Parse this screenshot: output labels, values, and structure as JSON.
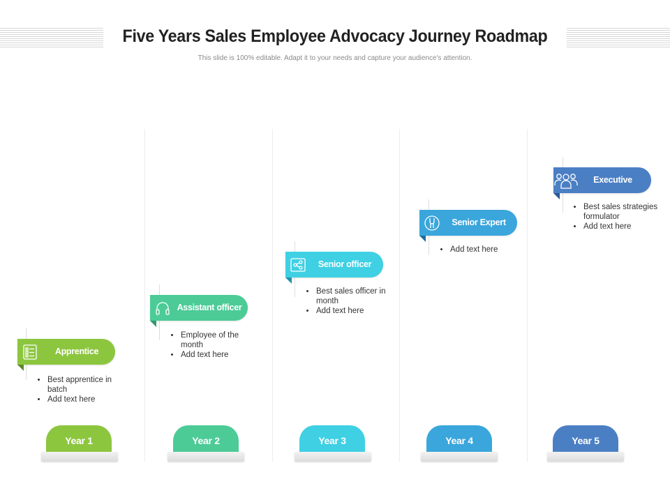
{
  "title": "Five Years Sales Employee Advocacy Journey Roadmap",
  "subtitle": "This slide is 100% editable. Adapt it to your needs and capture your audience's attention.",
  "colors": {
    "green": "#8cc63f",
    "teal": "#4ccb97",
    "cyan": "#3fd0e4",
    "blue": "#3aa6dc",
    "navy": "#4b7fc4"
  },
  "stages": [
    {
      "year": "Year 1",
      "role": "Apprentice",
      "icon": "checklist-icon",
      "bullets": [
        "Best apprentice in batch",
        "Add text here"
      ]
    },
    {
      "year": "Year 2",
      "role": "Assistant officer",
      "icon": "headphones-icon",
      "bullets": [
        "Employee of the month",
        "Add text here"
      ]
    },
    {
      "year": "Year 3",
      "role": "Senior officer",
      "icon": "share-icon",
      "bullets": [
        "Best sales officer in month",
        "Add text here"
      ]
    },
    {
      "year": "Year 4",
      "role": "Senior Expert",
      "icon": "wrench-icon",
      "bullets": [
        "Add text here"
      ]
    },
    {
      "year": "Year 5",
      "role": "Executive",
      "icon": "team-icon",
      "bullets": [
        "Best sales strategies formulator",
        "Add text here"
      ]
    }
  ]
}
